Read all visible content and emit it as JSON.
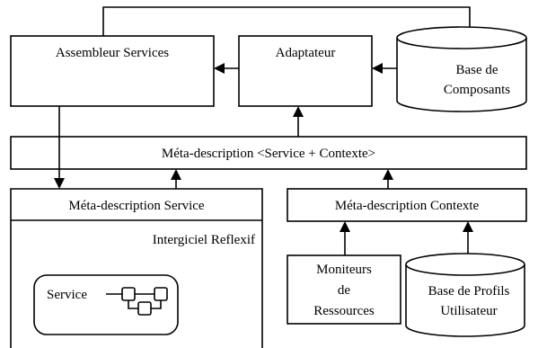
{
  "assembleur_services": "Assembleur Services",
  "adaptateur": "Adaptateur",
  "base_composants": {
    "line1": "Base de",
    "line2": "Composants"
  },
  "meta_description_global": "Méta-description <Service + Contexte>",
  "meta_description_service": "Méta-description Service",
  "meta_description_contexte": "Méta-description Contexte",
  "intergiciel": "Intergiciel Reflexif",
  "service": "Service",
  "moniteurs": {
    "line1": "Moniteurs",
    "line2": "de",
    "line3": "Ressources"
  },
  "base_profils": {
    "line1": "Base de Profils",
    "line2": "Utilisateur"
  }
}
